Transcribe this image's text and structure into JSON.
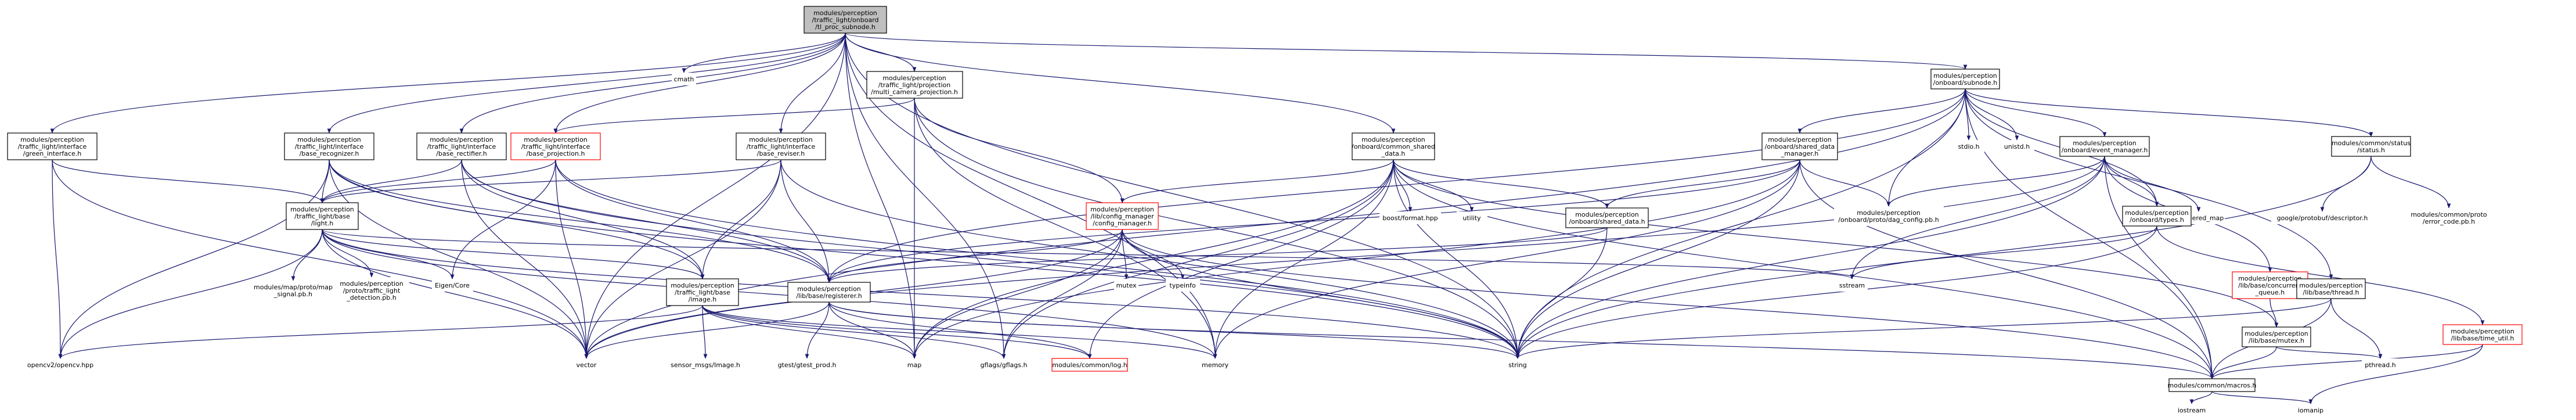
{
  "colors": {
    "edge": "#191970",
    "node_border": "#000000",
    "node_fill": "#ffffff",
    "root_fill": "#bfbfbf",
    "missing_border": "#ff0000"
  },
  "nodes": [
    {
      "id": "root",
      "lines": [
        "modules/perception",
        "/traffic_light/onboard",
        "/tl_proc_subnode.h"
      ],
      "style": "root"
    },
    {
      "id": "cmath",
      "lines": [
        "cmath"
      ],
      "style": "plain"
    },
    {
      "id": "subnode",
      "lines": [
        "modules/perception",
        "/onboard/subnode.h"
      ],
      "style": "box"
    },
    {
      "id": "green",
      "lines": [
        "modules/perception",
        "/traffic_light/interface",
        "/green_interface.h"
      ],
      "style": "box"
    },
    {
      "id": "recognizer",
      "lines": [
        "modules/perception",
        "/traffic_light/interface",
        "/base_recognizer.h"
      ],
      "style": "box"
    },
    {
      "id": "rectifier",
      "lines": [
        "modules/perception",
        "/traffic_light/interface",
        "/base_rectifier.h"
      ],
      "style": "box"
    },
    {
      "id": "projection",
      "lines": [
        "modules/perception",
        "/traffic_light/interface",
        "/base_projection.h"
      ],
      "style": "missing"
    },
    {
      "id": "mcp",
      "lines": [
        "modules/perception",
        "/traffic_light/projection",
        "/multi_camera_projection.h"
      ],
      "style": "box"
    },
    {
      "id": "reviser",
      "lines": [
        "modules/perception",
        "/traffic_light/interface",
        "/base_reviser.h"
      ],
      "style": "box"
    },
    {
      "id": "csd",
      "lines": [
        "modules/perception",
        "/onboard/common_shared",
        "_data.h"
      ],
      "style": "box"
    },
    {
      "id": "sdm",
      "lines": [
        "modules/perception",
        "/onboard/shared_data",
        "_manager.h"
      ],
      "style": "box"
    },
    {
      "id": "stdio",
      "lines": [
        "stdio.h"
      ],
      "style": "plain"
    },
    {
      "id": "unistd",
      "lines": [
        "unistd.h"
      ],
      "style": "plain"
    },
    {
      "id": "evm",
      "lines": [
        "modules/perception",
        "/onboard/event_manager.h"
      ],
      "style": "box"
    },
    {
      "id": "status",
      "lines": [
        "modules/common/status",
        "/status.h"
      ],
      "style": "box"
    },
    {
      "id": "light",
      "lines": [
        "modules/perception",
        "/traffic_light/base",
        "/light.h"
      ],
      "style": "box"
    },
    {
      "id": "cfgmgr",
      "lines": [
        "modules/perception",
        "/lib/config_manager",
        "/config_manager.h"
      ],
      "style": "missing"
    },
    {
      "id": "boostfmt",
      "lines": [
        "boost/format.hpp"
      ],
      "style": "plain"
    },
    {
      "id": "utility",
      "lines": [
        "utility"
      ],
      "style": "plain"
    },
    {
      "id": "shdata",
      "lines": [
        "modules/perception",
        "/onboard/shared_data.h"
      ],
      "style": "box"
    },
    {
      "id": "dagpb",
      "lines": [
        "modules/perception",
        "/onboard/proto/dag_config.pb.h"
      ],
      "style": "plain"
    },
    {
      "id": "umap",
      "lines": [
        "unordered_map"
      ],
      "style": "plain"
    },
    {
      "id": "types",
      "lines": [
        "modules/perception",
        "/onboard/types.h"
      ],
      "style": "box"
    },
    {
      "id": "gpbdesc",
      "lines": [
        "google/protobuf/descriptor.h"
      ],
      "style": "plain"
    },
    {
      "id": "errcode",
      "lines": [
        "modules/common/proto",
        "/error_code.pb.h"
      ],
      "style": "plain"
    },
    {
      "id": "mapsig",
      "lines": [
        "modules/map/proto/map",
        "_signal.pb.h"
      ],
      "style": "plain"
    },
    {
      "id": "tldet",
      "lines": [
        "modules/perception",
        "/proto/traffic_light",
        "_detection.pb.h"
      ],
      "style": "plain"
    },
    {
      "id": "eigen",
      "lines": [
        "Eigen/Core"
      ],
      "style": "plain"
    },
    {
      "id": "mutexh",
      "lines": [
        "mutex"
      ],
      "style": "plain"
    },
    {
      "id": "typeinfo",
      "lines": [
        "typeinfo"
      ],
      "style": "plain"
    },
    {
      "id": "sstream",
      "lines": [
        "sstream"
      ],
      "style": "plain"
    },
    {
      "id": "cqueue",
      "lines": [
        "modules/perception",
        "/lib/base/concurrent",
        "_queue.h"
      ],
      "style": "missing"
    },
    {
      "id": "thread",
      "lines": [
        "modules/perception",
        "/lib/base/thread.h"
      ],
      "style": "box"
    },
    {
      "id": "image",
      "lines": [
        "modules/perception",
        "/traffic_light/base",
        "/image.h"
      ],
      "style": "box"
    },
    {
      "id": "registerer",
      "lines": [
        "modules/perception",
        "/lib/base/registerer.h"
      ],
      "style": "box"
    },
    {
      "id": "lbmutex",
      "lines": [
        "modules/perception",
        "/lib/base/mutex.h"
      ],
      "style": "box"
    },
    {
      "id": "timeutil",
      "lines": [
        "modules/perception",
        "/lib/base/time_util.h"
      ],
      "style": "missing"
    },
    {
      "id": "opencv",
      "lines": [
        "opencv2/opencv.hpp"
      ],
      "style": "plain"
    },
    {
      "id": "vector",
      "lines": [
        "vector"
      ],
      "style": "plain"
    },
    {
      "id": "sensorimg",
      "lines": [
        "sensor_msgs/Image.h"
      ],
      "style": "plain"
    },
    {
      "id": "gtest",
      "lines": [
        "gtest/gtest_prod.h"
      ],
      "style": "plain"
    },
    {
      "id": "map",
      "lines": [
        "map"
      ],
      "style": "plain"
    },
    {
      "id": "gflags",
      "lines": [
        "gflags/gflags.h"
      ],
      "style": "plain"
    },
    {
      "id": "log",
      "lines": [
        "modules/common/log.h"
      ],
      "style": "missing"
    },
    {
      "id": "memory",
      "lines": [
        "memory"
      ],
      "style": "plain"
    },
    {
      "id": "string",
      "lines": [
        "string"
      ],
      "style": "plain"
    },
    {
      "id": "pthread",
      "lines": [
        "pthread.h"
      ],
      "style": "plain"
    },
    {
      "id": "macros",
      "lines": [
        "modules/common/macros.h"
      ],
      "style": "box"
    },
    {
      "id": "iostream",
      "lines": [
        "iostream"
      ],
      "style": "plain"
    },
    {
      "id": "iomanip",
      "lines": [
        "iomanip"
      ],
      "style": "plain"
    }
  ],
  "edges": [
    [
      "root",
      "cmath"
    ],
    [
      "root",
      "subnode"
    ],
    [
      "root",
      "green"
    ],
    [
      "root",
      "recognizer"
    ],
    [
      "root",
      "rectifier"
    ],
    [
      "root",
      "projection"
    ],
    [
      "root",
      "mcp"
    ],
    [
      "root",
      "reviser"
    ],
    [
      "root",
      "csd"
    ],
    [
      "root",
      "vector"
    ],
    [
      "root",
      "map"
    ],
    [
      "root",
      "gflags"
    ],
    [
      "root",
      "memory"
    ],
    [
      "root",
      "string"
    ],
    [
      "green",
      "light"
    ],
    [
      "green",
      "opencv"
    ],
    [
      "green",
      "vector"
    ],
    [
      "recognizer",
      "light"
    ],
    [
      "recognizer",
      "image"
    ],
    [
      "recognizer",
      "registerer"
    ],
    [
      "recognizer",
      "opencv"
    ],
    [
      "recognizer",
      "vector"
    ],
    [
      "recognizer",
      "string"
    ],
    [
      "rectifier",
      "light"
    ],
    [
      "rectifier",
      "image"
    ],
    [
      "rectifier",
      "registerer"
    ],
    [
      "rectifier",
      "vector"
    ],
    [
      "rectifier",
      "string"
    ],
    [
      "projection",
      "light"
    ],
    [
      "projection",
      "registerer"
    ],
    [
      "projection",
      "eigen"
    ],
    [
      "projection",
      "vector"
    ],
    [
      "projection",
      "string"
    ],
    [
      "mcp",
      "projection"
    ],
    [
      "mcp",
      "cfgmgr"
    ],
    [
      "mcp",
      "map"
    ],
    [
      "mcp",
      "memory"
    ],
    [
      "mcp",
      "string"
    ],
    [
      "reviser",
      "light"
    ],
    [
      "reviser",
      "image"
    ],
    [
      "reviser",
      "registerer"
    ],
    [
      "reviser",
      "vector"
    ],
    [
      "reviser",
      "string"
    ],
    [
      "csd",
      "shdata"
    ],
    [
      "csd",
      "cfgmgr"
    ],
    [
      "csd",
      "boostfmt"
    ],
    [
      "csd",
      "utility"
    ],
    [
      "csd",
      "map"
    ],
    [
      "csd",
      "memory"
    ],
    [
      "csd",
      "string"
    ],
    [
      "csd",
      "gflags"
    ],
    [
      "csd",
      "log"
    ],
    [
      "csd",
      "macros"
    ],
    [
      "csd",
      "lbmutex"
    ],
    [
      "subnode",
      "sdm"
    ],
    [
      "subnode",
      "stdio"
    ],
    [
      "subnode",
      "unistd"
    ],
    [
      "subnode",
      "evm"
    ],
    [
      "subnode",
      "status"
    ],
    [
      "subnode",
      "types"
    ],
    [
      "subnode",
      "dagpb"
    ],
    [
      "subnode",
      "thread"
    ],
    [
      "subnode",
      "string"
    ],
    [
      "subnode",
      "vector"
    ],
    [
      "subnode",
      "macros"
    ],
    [
      "subnode",
      "registerer"
    ],
    [
      "sdm",
      "shdata"
    ],
    [
      "sdm",
      "dagpb"
    ],
    [
      "sdm",
      "map"
    ],
    [
      "sdm",
      "memory"
    ],
    [
      "sdm",
      "string"
    ],
    [
      "sdm",
      "macros"
    ],
    [
      "sdm",
      "registerer"
    ],
    [
      "shdata",
      "registerer"
    ],
    [
      "shdata",
      "string"
    ],
    [
      "evm",
      "dagpb"
    ],
    [
      "evm",
      "types"
    ],
    [
      "evm",
      "umap"
    ],
    [
      "evm",
      "vector"
    ],
    [
      "evm",
      "cqueue"
    ],
    [
      "evm",
      "macros"
    ],
    [
      "evm",
      "sstream"
    ],
    [
      "evm",
      "string"
    ],
    [
      "status",
      "gpbdesc"
    ],
    [
      "status",
      "errcode"
    ],
    [
      "status",
      "string"
    ],
    [
      "types",
      "sstream"
    ],
    [
      "types",
      "string"
    ],
    [
      "types",
      "timeutil"
    ],
    [
      "light",
      "image"
    ],
    [
      "light",
      "mapsig"
    ],
    [
      "light",
      "tldet"
    ],
    [
      "light",
      "eigen"
    ],
    [
      "light",
      "opencv"
    ],
    [
      "light",
      "vector"
    ],
    [
      "light",
      "memory"
    ],
    [
      "light",
      "sstream"
    ],
    [
      "light",
      "string"
    ],
    [
      "cfgmgr",
      "map"
    ],
    [
      "cfgmgr",
      "string"
    ],
    [
      "cfgmgr",
      "vector"
    ],
    [
      "cfgmgr",
      "mutexh"
    ],
    [
      "cfgmgr",
      "typeinfo"
    ],
    [
      "cfgmgr",
      "registerer"
    ],
    [
      "cfgmgr",
      "macros"
    ],
    [
      "cfgmgr",
      "gflags"
    ],
    [
      "image",
      "opencv"
    ],
    [
      "image",
      "sensorimg"
    ],
    [
      "image",
      "gflags"
    ],
    [
      "image",
      "map"
    ],
    [
      "image",
      "memory"
    ],
    [
      "image",
      "log"
    ],
    [
      "registerer",
      "gtest"
    ],
    [
      "registerer",
      "map"
    ],
    [
      "registerer",
      "string"
    ],
    [
      "registerer",
      "vector"
    ],
    [
      "registerer",
      "log"
    ],
    [
      "registerer",
      "macros"
    ],
    [
      "cqueue",
      "lbmutex"
    ],
    [
      "thread",
      "macros"
    ],
    [
      "thread",
      "pthread"
    ],
    [
      "thread",
      "string"
    ],
    [
      "lbmutex",
      "macros"
    ],
    [
      "lbmutex",
      "pthread"
    ],
    [
      "timeutil",
      "macros"
    ],
    [
      "timeutil",
      "iomanip"
    ],
    [
      "macros",
      "iostream"
    ],
    [
      "macros",
      "iomanip"
    ]
  ]
}
